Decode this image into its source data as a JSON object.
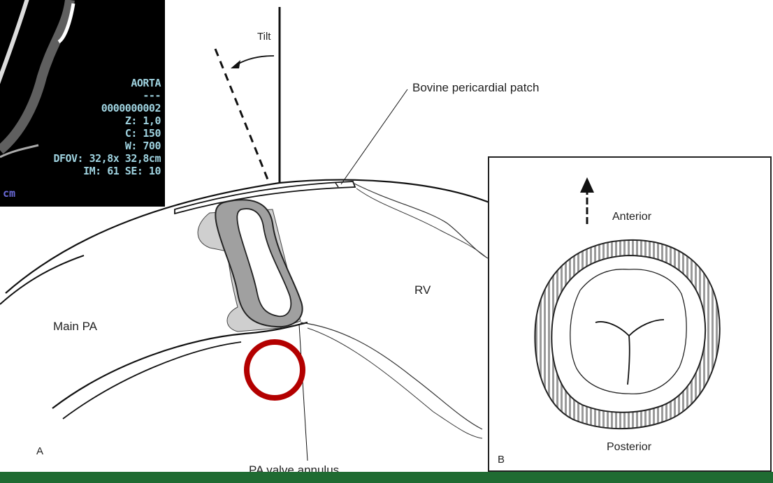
{
  "ct_panel": {
    "lines": [
      "AORTA",
      "---",
      "0000000002",
      "Z: 1,0",
      "C: 150",
      "W: 700",
      "DFOV: 32,8x 32,8cm",
      "IM: 61 SE: 10"
    ],
    "unit": "cm"
  },
  "panel_a": {
    "tilt_label": "Tilt",
    "patch_label": "Bovine pericardial patch",
    "rv_label": "RV",
    "main_pa_label": "Main PA",
    "annulus_label": "PA valve annulus",
    "panel_letter": "A"
  },
  "panel_b": {
    "anterior_label": "Anterior",
    "posterior_label": "Posterior",
    "panel_letter": "B"
  },
  "colors": {
    "highlight_circle": "#b30000",
    "footer_green": "#1f6b32",
    "valve_gray": "#9a9a9a"
  }
}
